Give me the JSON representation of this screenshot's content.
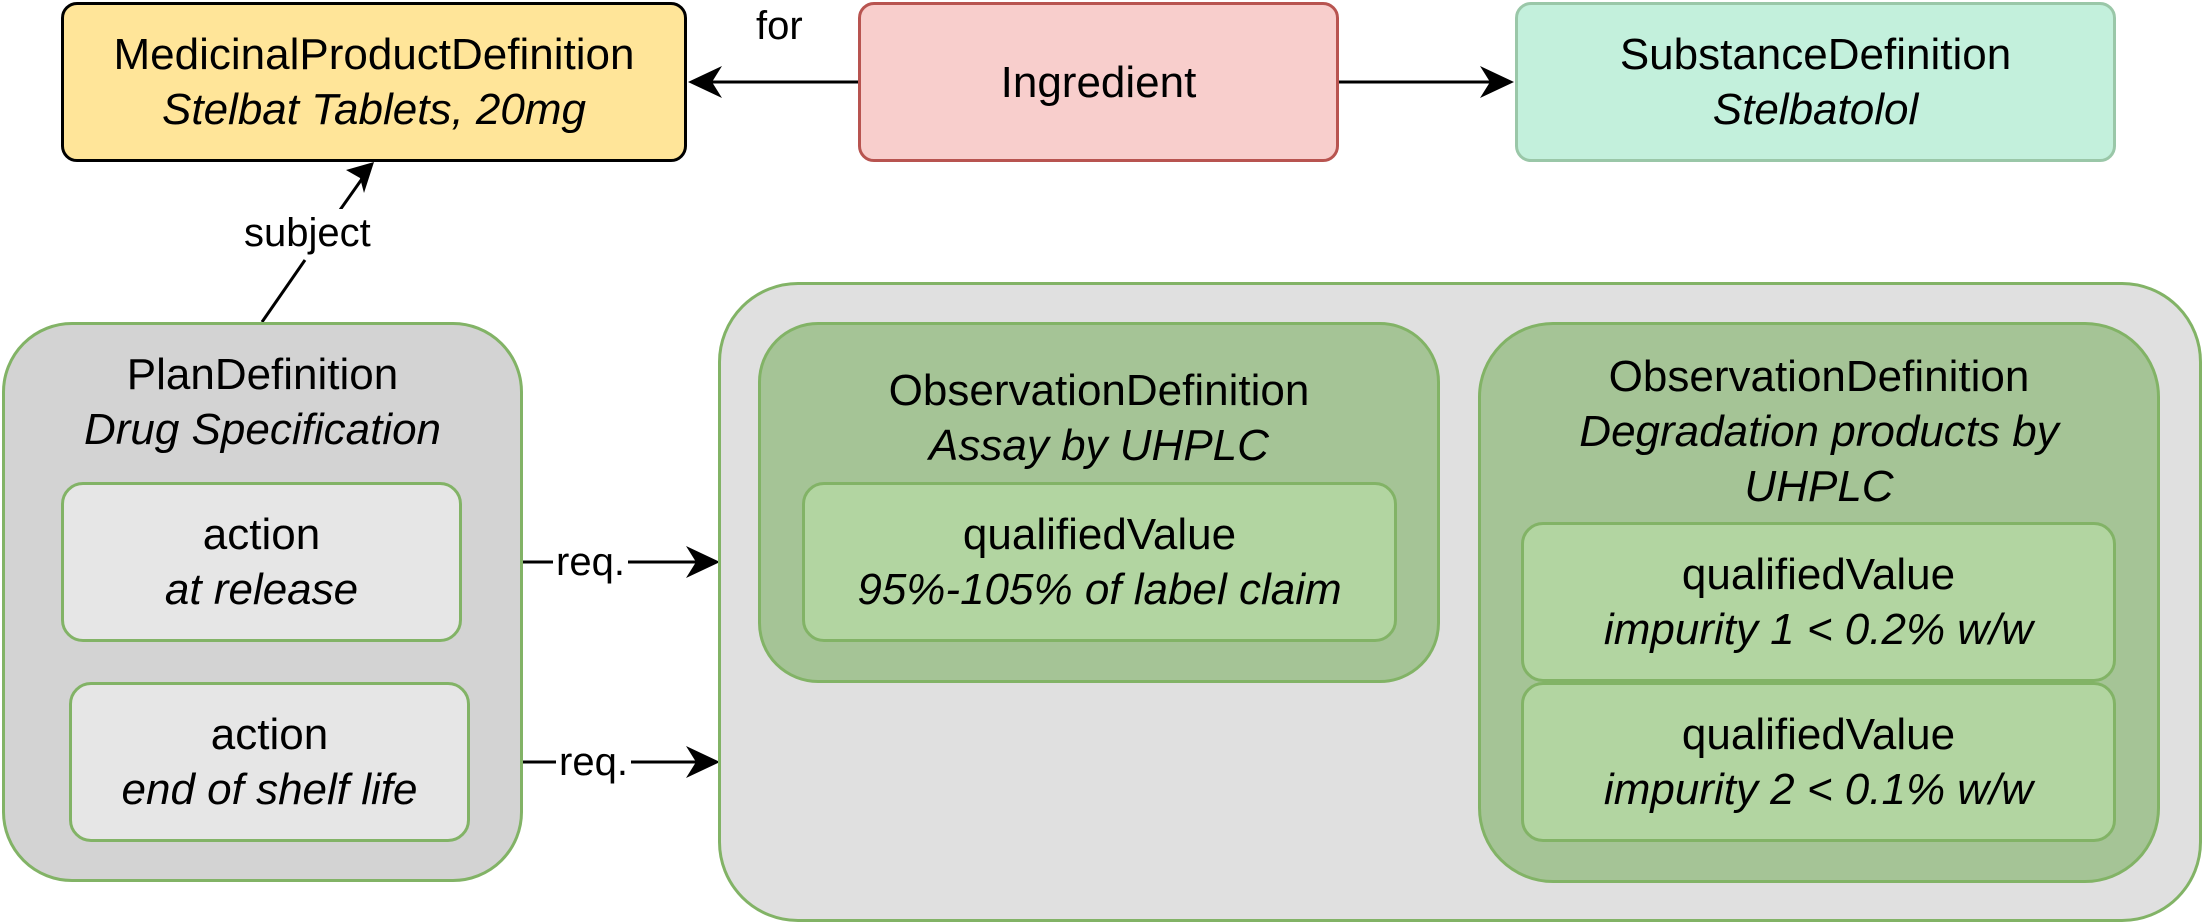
{
  "nodes": {
    "medicinal_product": {
      "title": "MedicinalProductDefinition",
      "subtitle": "Stelbat Tablets, 20mg",
      "fill": "#ffe599"
    },
    "ingredient": {
      "title": "Ingredient",
      "fill": "#f8cecc"
    },
    "substance": {
      "title": "SubstanceDefinition",
      "subtitle": "Stelbatolol",
      "fill": "#c3f0dc"
    },
    "plan": {
      "title": "PlanDefinition",
      "subtitle": "Drug Specification",
      "fill": "#d3d3d3"
    },
    "action_release": {
      "title": "action",
      "subtitle": "at release"
    },
    "action_shelf": {
      "title": "action",
      "subtitle": "end of shelf life"
    },
    "obs_assay": {
      "title": "ObservationDefinition",
      "subtitle": "Assay by UHPLC"
    },
    "qv_assay": {
      "title": "qualifiedValue",
      "subtitle": "95%-105% of label claim"
    },
    "obs_degradation": {
      "title": "ObservationDefinition",
      "subtitle": "Degradation products by UHPLC"
    },
    "qv_impurity1": {
      "title": "qualifiedValue",
      "subtitle": "impurity 1 < 0.2% w/w"
    },
    "qv_impurity2": {
      "title": "qualifiedValue",
      "subtitle": "impurity 2 < 0.1% w/w"
    }
  },
  "edges": {
    "for_label": "for",
    "subject_label": "subject",
    "req_label_1": "req.",
    "req_label_2": "req."
  },
  "colors": {
    "line": "#000000",
    "green_border": "#82b366",
    "red_border": "#b85450"
  }
}
